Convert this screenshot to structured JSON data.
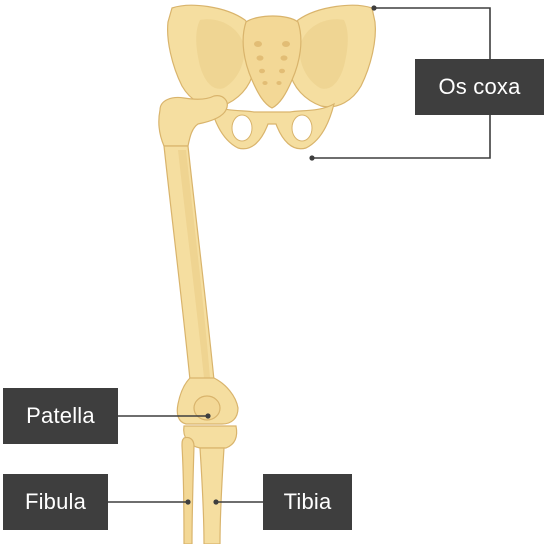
{
  "labels": {
    "os_coxa": "Os coxa",
    "patella": "Patella",
    "fibula": "Fibula",
    "tibia": "Tibia"
  },
  "colors": {
    "bone_fill": "#f5dea0",
    "bone_shade": "#e8c77f",
    "bone_outline": "#d9b46c",
    "label_bg": "#3e3e3e",
    "label_text": "#ffffff",
    "leader_line": "#3e3e3e"
  }
}
